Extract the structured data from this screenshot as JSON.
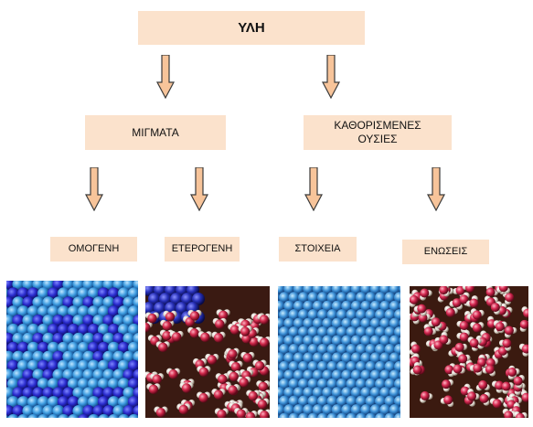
{
  "diagram": {
    "root": {
      "label": "ΥΛΗ"
    },
    "level1": [
      {
        "label": "ΜΙΓΜΑΤΑ"
      },
      {
        "label": "ΚΑΘΟΡΙΣΜΕΝΕΣ\nΟΥΣΙΕΣ"
      }
    ],
    "level2": [
      {
        "label": "ΟΜΟΓΕΝΗ",
        "image": "homogeneous-mixture-atoms"
      },
      {
        "label": "ΕΤΕΡΟΓΕΝΗ",
        "image": "heterogeneous-mixture-molecules"
      },
      {
        "label": "ΣΤΟΙΧΕΙΑ",
        "image": "element-atom-lattice"
      },
      {
        "label": "ΕΝΩΣΕΙΣ",
        "image": "compound-molecules"
      }
    ],
    "colors": {
      "box_fill": "#fbe2cc",
      "arrow_fill": "#f7c49a",
      "arrow_stroke": "#3a3a3a"
    }
  }
}
